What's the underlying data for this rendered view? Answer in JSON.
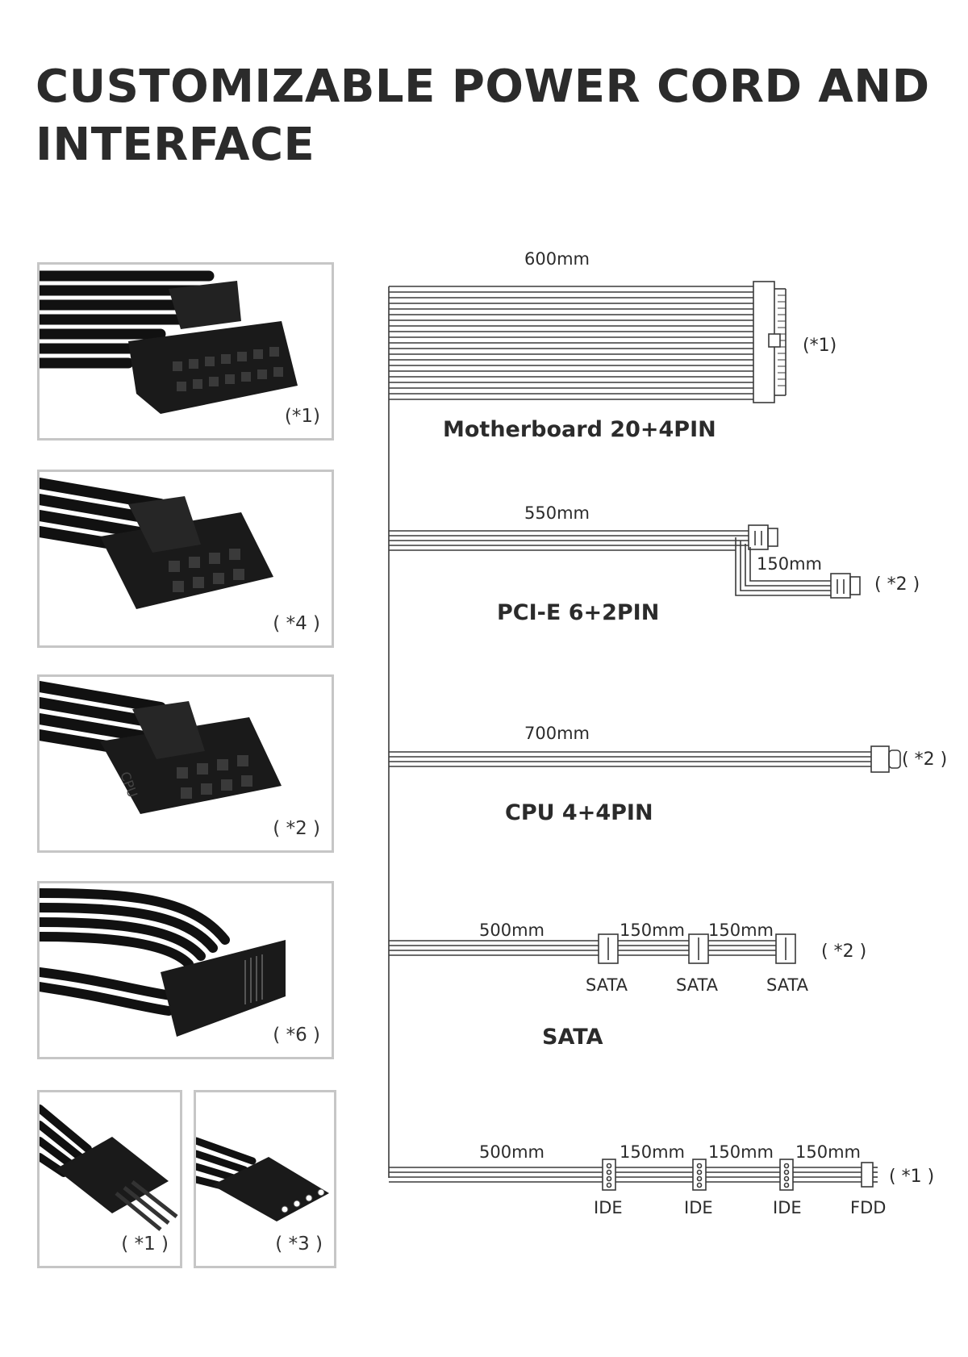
{
  "title": {
    "line1": "CUSTOMIZABLE POWER CORD AND",
    "line2": "INTERFACE"
  },
  "photos": [
    {
      "qty": "(*1)"
    },
    {
      "qty": "( *4 )"
    },
    {
      "qty": "( *2 )",
      "marking": "CPU"
    },
    {
      "qty": "( *6 )"
    },
    {
      "qty": "( *1 )"
    },
    {
      "qty": "( *3 )"
    }
  ],
  "cables": {
    "motherboard": {
      "name": "Motherboard 20+4PIN",
      "length": "600mm",
      "qty": "(*1)"
    },
    "pcie": {
      "name": "PCI-E 6+2PIN",
      "length": "550mm",
      "branch_length": "150mm",
      "qty": "( *2 )"
    },
    "cpu": {
      "name": "CPU 4+4PIN",
      "length": "700mm",
      "qty": "( *2 )"
    },
    "sata": {
      "name": "SATA",
      "lengths": [
        "500mm",
        "150mm",
        "150mm"
      ],
      "connectors": [
        "SATA",
        "SATA",
        "SATA"
      ],
      "qty": "( *2 )"
    },
    "ide": {
      "lengths": [
        "500mm",
        "150mm",
        "150mm",
        "150mm"
      ],
      "connectors": [
        "IDE",
        "IDE",
        "IDE",
        "FDD"
      ],
      "qty": "( *1 )"
    }
  }
}
